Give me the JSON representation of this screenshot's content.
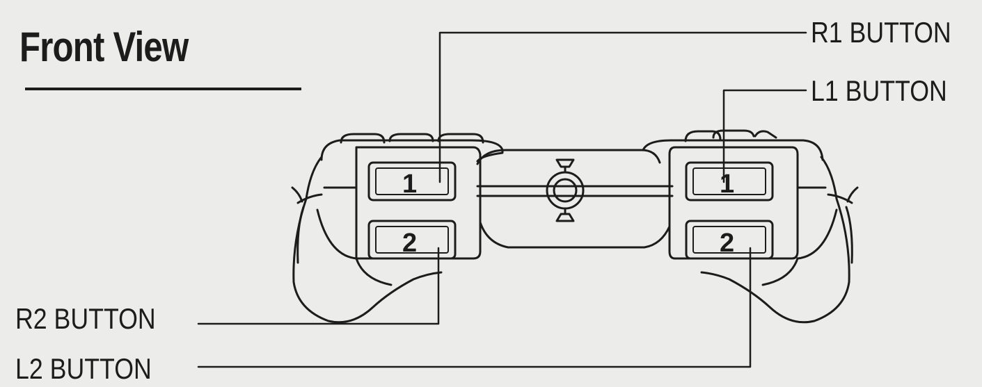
{
  "title": "Front View",
  "labels": {
    "r1": "R1 BUTTON",
    "l1": "L1 BUTTON",
    "r2": "R2 BUTTON",
    "l2": "L2 BUTTON"
  },
  "buttons": {
    "left_top": "1",
    "left_bottom": "2",
    "right_top": "1",
    "right_bottom": "2"
  }
}
